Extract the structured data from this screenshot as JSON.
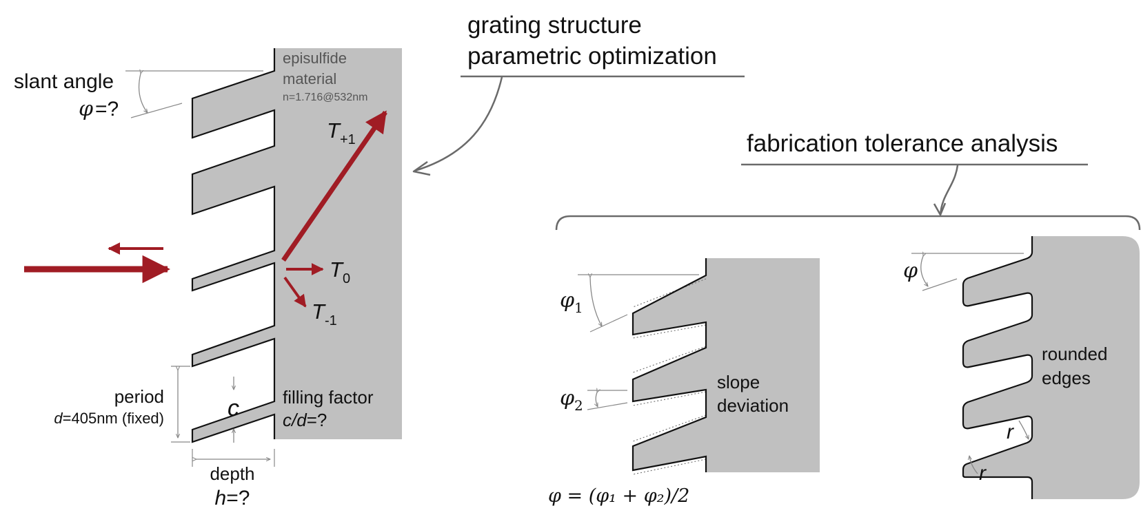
{
  "colors": {
    "material": "#c0c0c0",
    "arrow": "#a01c24",
    "dim": "#888888",
    "line": "#6a6a6a",
    "outline": "#111111"
  },
  "headings": {
    "optimization_line1": "grating structure",
    "optimization_line2": "parametric optimization",
    "tolerance": "fabrication tolerance analysis"
  },
  "grating": {
    "material_line1": "episulfide",
    "material_line2": "material",
    "material_index": "n=1.716@532nm",
    "slant_label": "slant angle",
    "slant_symbol": "φ",
    "slant_value": "=?",
    "orders": {
      "t_plus1": "T",
      "t_plus1_sub": "+1",
      "t0": "T",
      "t0_sub": "0",
      "t_minus1": "T",
      "t_minus1_sub": "-1"
    },
    "period_label": "period",
    "period_symbol": "d",
    "period_value": "=405nm (fixed)",
    "c_symbol": "c",
    "filling_label": "filling factor",
    "filling_symbol": "c/d",
    "filling_value": "=?",
    "depth_label": "depth",
    "depth_symbol": "h",
    "depth_value": "=?"
  },
  "slope": {
    "phi1": "φ",
    "phi1_sub": "1",
    "phi2": "φ",
    "phi2_sub": "2",
    "label_line1": "slope",
    "label_line2": "deviation",
    "formula": "φ = (φ₁ + φ₂)/2"
  },
  "rounded": {
    "phi": "φ",
    "label_line1": "rounded",
    "label_line2": "edges",
    "r1": "r",
    "r2": "r"
  }
}
